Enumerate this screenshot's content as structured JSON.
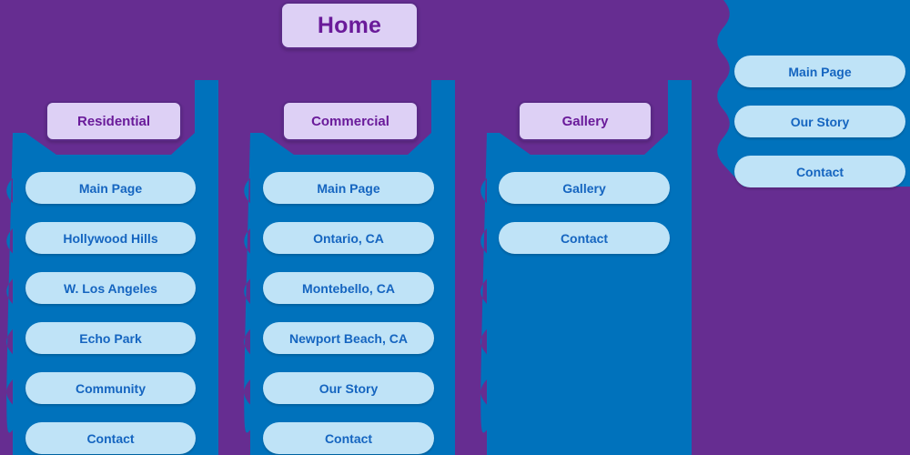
{
  "page": {
    "background_color": "#662d91",
    "panel_color": "#0072bc",
    "tab_color": "#ddd0f5",
    "tab_border_color": "#5b2a87",
    "tab_text_color": "#6a1b9a",
    "pill_color": "#bfe3f7",
    "pill_text_color": "#1565c0"
  },
  "home": {
    "label": "Home"
  },
  "columns": [
    {
      "id": "residential",
      "header": "Residential",
      "items": [
        {
          "label": "Main Page"
        },
        {
          "label": "Hollywood Hills"
        },
        {
          "label": "W. Los Angeles"
        },
        {
          "label": "Echo Park"
        },
        {
          "label": "Community"
        },
        {
          "label": "Contact"
        }
      ]
    },
    {
      "id": "commercial",
      "header": "Commercial",
      "items": [
        {
          "label": "Main Page"
        },
        {
          "label": "Ontario, CA"
        },
        {
          "label": "Montebello, CA"
        },
        {
          "label": "Newport Beach, CA"
        },
        {
          "label": "Our Story"
        },
        {
          "label": "Contact"
        }
      ]
    },
    {
      "id": "gallery",
      "header": "Gallery",
      "items": [
        {
          "label": "Gallery"
        },
        {
          "label": "Contact"
        }
      ]
    },
    {
      "id": "about",
      "header": "",
      "items": [
        {
          "label": "Main Page"
        },
        {
          "label": "Our Story"
        },
        {
          "label": "Contact"
        }
      ]
    }
  ]
}
